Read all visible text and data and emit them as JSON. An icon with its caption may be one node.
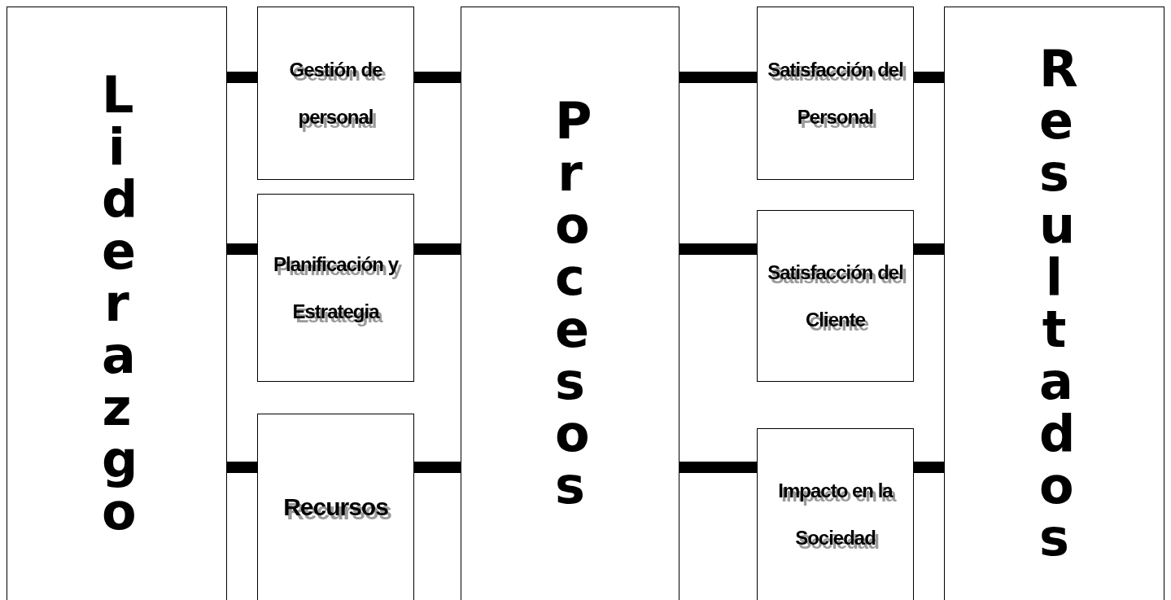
{
  "diagram": {
    "nodes": [
      {
        "text": [
          "Liderazgo"
        ]
      },
      {
        "text": [
          "Gestión de personal"
        ]
      },
      {
        "text": [
          "Planificación y Estrategia"
        ]
      },
      {
        "text": [
          "Recursos"
        ]
      },
      {
        "text": [
          "Procesos"
        ]
      },
      {
        "text": [
          "Satisfacción del Personal"
        ]
      },
      {
        "text": [
          "Satisfacción del Cliente"
        ]
      },
      {
        "text": [
          "Impacto en la Sociedad"
        ]
      },
      {
        "text": [
          "Resultados"
        ]
      }
    ],
    "edges": [
      {
        "from": 0,
        "to": 1,
        "arrow": "none"
      },
      {
        "from": 1,
        "to": 4,
        "arrow": "none"
      },
      {
        "from": 0,
        "to": 2,
        "arrow": "none"
      },
      {
        "from": 2,
        "to": 4,
        "arrow": "none"
      },
      {
        "from": 0,
        "to": 3,
        "arrow": "none"
      },
      {
        "from": 3,
        "to": 4,
        "arrow": "none"
      },
      {
        "from": 4,
        "to": 5,
        "arrow": "none"
      },
      {
        "from": 5,
        "to": 8,
        "arrow": "none"
      },
      {
        "from": 4,
        "to": 6,
        "arrow": "none"
      },
      {
        "from": 6,
        "to": 8,
        "arrow": "none"
      },
      {
        "from": 4,
        "to": 7,
        "arrow": "none"
      },
      {
        "from": 7,
        "to": 8,
        "arrow": "none"
      }
    ]
  }
}
